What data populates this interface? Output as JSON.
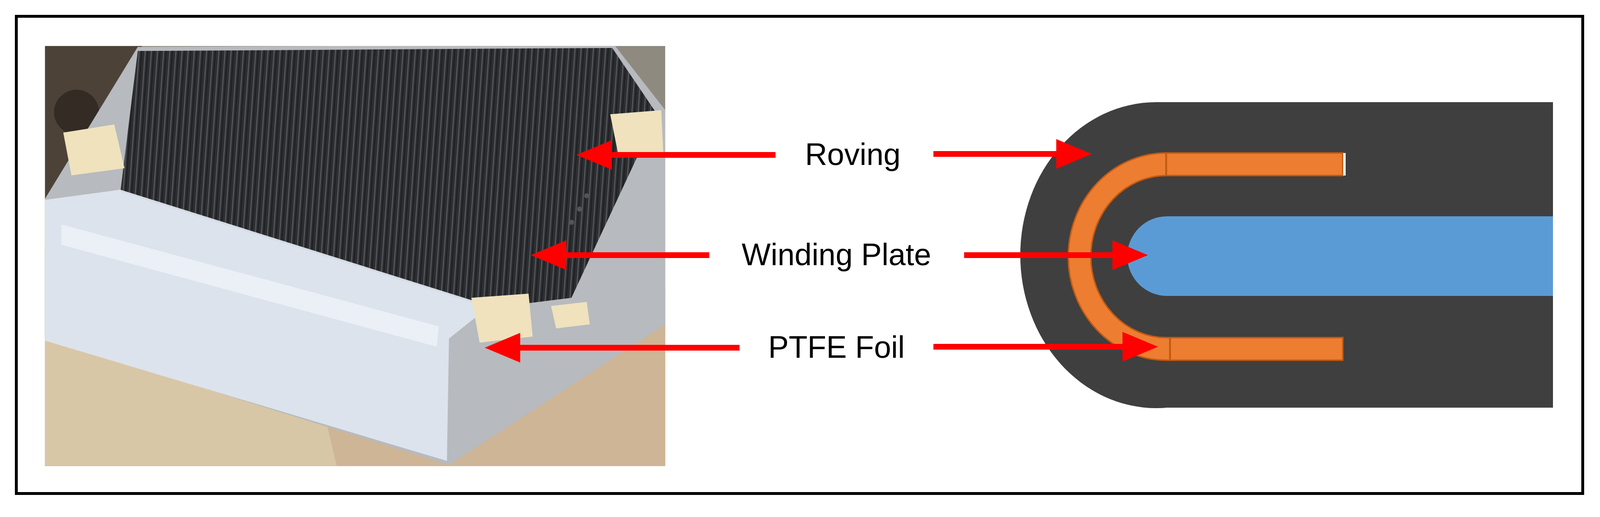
{
  "diagram": {
    "labels": [
      "Roving",
      "Winding Plate",
      "PTFE Foil"
    ]
  }
}
